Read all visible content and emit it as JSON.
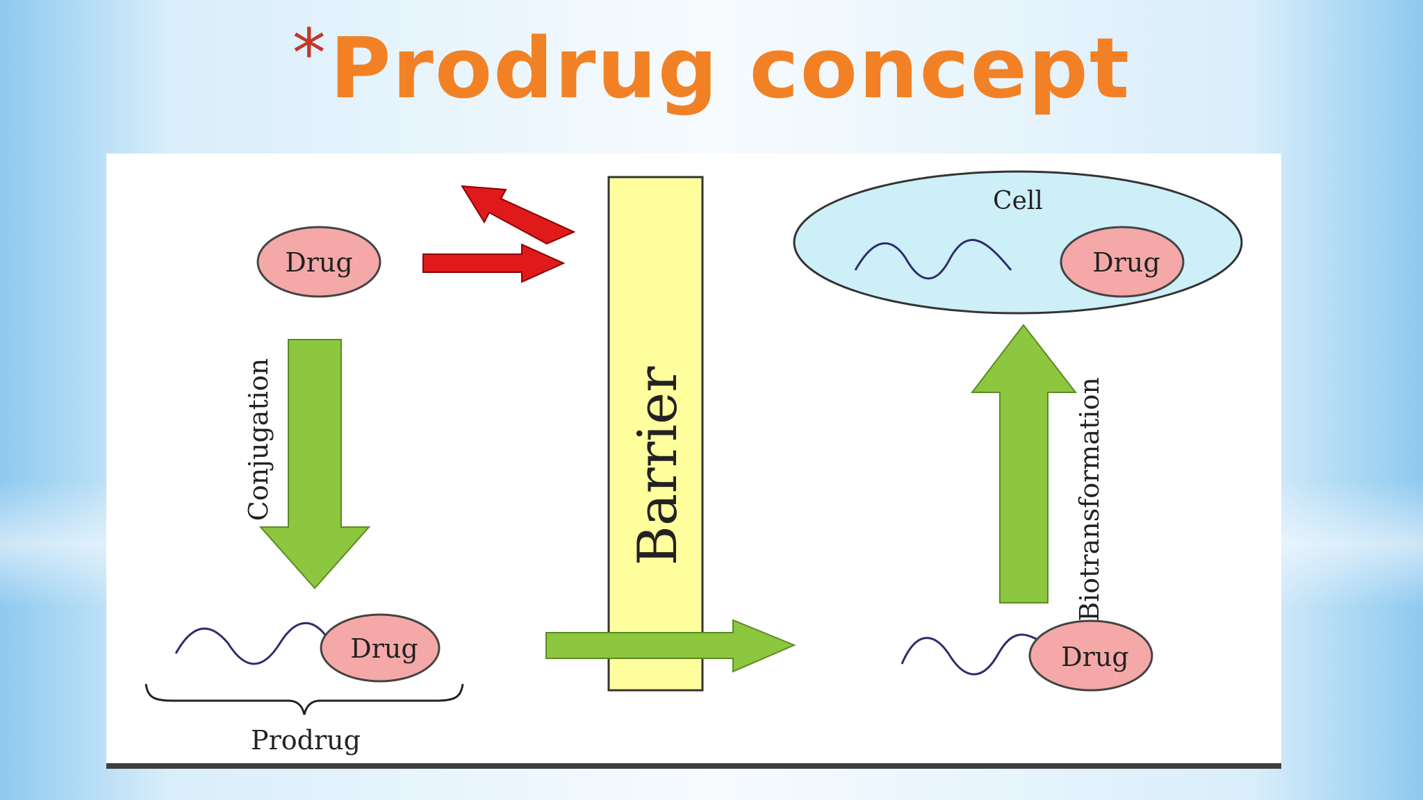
{
  "slide": {
    "title_mark": "*",
    "title": "Prodrug concept"
  },
  "diagram": {
    "drug_label": "Drug",
    "barrier_label": "Barrier",
    "cell_label": "Cell",
    "conjugation_label": "Conjugation",
    "biotransformation_label": "Biotransformation",
    "prodrug_label": "Prodrug"
  },
  "colors": {
    "title": "#f28125",
    "asterisk": "#c0392b",
    "drug_fill": "#f4a9a8",
    "barrier_fill": "#ffff9e",
    "cell_fill": "#cdeff8",
    "green_arrow": "#8dc63f",
    "red_arrow": "#e01a1a",
    "carrier_wave": "#2c2c6e"
  }
}
